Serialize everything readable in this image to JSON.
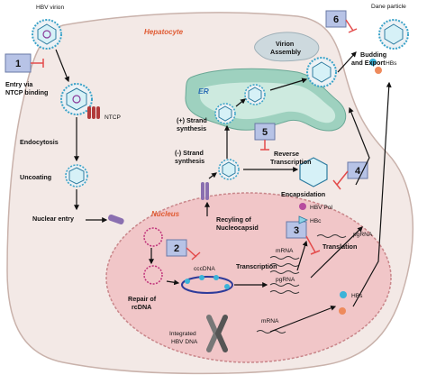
{
  "labels": {
    "hbv_virion": "HBV virion",
    "hepatocyte": "Hepatocyte",
    "entry": [
      "Entry via",
      "NTCP binding"
    ],
    "ntcp": "NTCP",
    "endocytosis": "Endocytosis",
    "uncoating": "Uncoating",
    "nuclear_entry": "Nuclear entry",
    "nucleus": "Nucleus",
    "repair": [
      "Repair of",
      "rcDNA"
    ],
    "cccdna": "cccDNA",
    "transcription": "Transcription",
    "mrna_nuc": "mRNA",
    "pgrna_nuc": "pgRNA",
    "integrated": [
      "Integrated",
      "HBV DNA"
    ],
    "mrna_int": "mRNA",
    "recycling": [
      "Recyling of",
      "Nucleocapsid"
    ],
    "plus_strand": [
      "(+) Strand",
      "synthesis"
    ],
    "minus_strand": [
      "(-) Strand",
      "synthesis"
    ],
    "reverse_transcription": [
      "Reverse",
      "Transcription"
    ],
    "encapsidation": "Encapsidation",
    "hbv_pol": "HBV Pol",
    "hbc": "HBc",
    "translation": "Translation",
    "pgrna_tr": "pgRNA",
    "er": "ER",
    "virion_assembly": [
      "Virion",
      "Assembly"
    ],
    "dane_particle": "Dane particle",
    "budding": [
      "Budding",
      "and Export"
    ],
    "hbs_top": "HBs",
    "hbs_bottom": "HBs"
  },
  "steps": [
    "1",
    "2",
    "3",
    "4",
    "5",
    "6"
  ],
  "colors": {
    "cell_fill": "#f3e9e6",
    "cell_stroke": "#c9b2ab",
    "nucleus_fill": "#f1c6c8",
    "nucleus_stroke": "#c9868a",
    "er_fill": "#cdd9de",
    "er_inner": "#9ed1bf",
    "step_box": "#b7c3e6",
    "inhibitor": "#e34b4b",
    "hbv_pol": "#b74b9e",
    "hbc": "#8fd3e6",
    "hbs_blue": "#3bb3d8",
    "hbs_orange": "#ee8a5c"
  }
}
